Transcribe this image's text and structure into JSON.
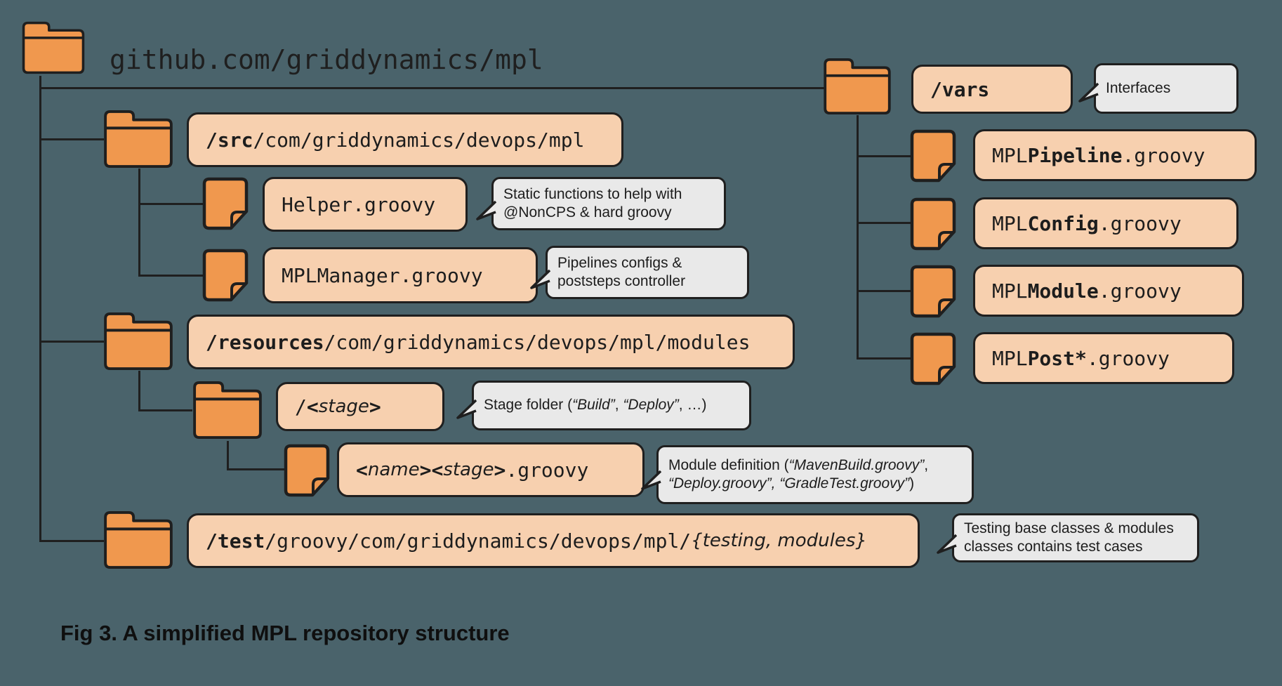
{
  "colors": {
    "bg": "#4a636b",
    "folder": "#f0984e",
    "peach": "#f7d0af",
    "gray": "#e9e9e9",
    "ink": "#1f1f1f",
    "text": "#1d1d1d"
  },
  "title": "github.com/griddynamics/mpl",
  "caption": "Fig 3. A simplified MPL repository structure",
  "tree": {
    "src": {
      "bold": "/src",
      "rest": "/com/griddynamics/devops/mpl"
    },
    "helper": {
      "label": "Helper.groovy",
      "callout": [
        "Static functions to help with",
        "@NonCPS & hard groovy"
      ]
    },
    "manager": {
      "label": "MPLManager.groovy",
      "callout": [
        "Pipelines configs &",
        "poststeps controller"
      ]
    },
    "resources": {
      "bold": "/resources",
      "rest": "/com/griddynamics/devops/mpl/modules"
    },
    "stage": {
      "slash": "/",
      "lt": "<",
      "name": "stage",
      "gt": ">",
      "callout": {
        "pre": "Stage folder (",
        "i1": "“Build”",
        "sep": ", ",
        "i2": "“Deploy”",
        "post": ", …)"
      }
    },
    "namestage": {
      "lt1": "<",
      "it1": "name",
      "gt1": ">",
      "lt2": "<",
      "it2": "stage",
      "gt2": ">",
      "ext": ".groovy",
      "callout": {
        "l1pre": "Module definition (",
        "l1i": "“MavenBuild.groovy”",
        "l1post": ",",
        "l2i": "“Deploy.groovy”, “GradleTest.groovy”",
        "l2post": ")"
      }
    },
    "test": {
      "bold": "/test",
      "mid": "/groovy/com/griddynamics/devops/mpl/",
      "italic": "{testing, modules}",
      "callout": [
        "Testing base classes & modules",
        "classes contains test cases"
      ]
    },
    "vars": {
      "bold": "/vars",
      "callout": "Interfaces",
      "files": [
        {
          "pre": "MPL",
          "bold": "Pipeline",
          "ext": ".groovy"
        },
        {
          "pre": "MPL",
          "bold": "Config",
          "ext": ".groovy"
        },
        {
          "pre": "MPL",
          "bold": "Module",
          "ext": ".groovy"
        },
        {
          "pre": "MPL",
          "bold": "Post*",
          "ext": ".groovy"
        }
      ]
    }
  }
}
